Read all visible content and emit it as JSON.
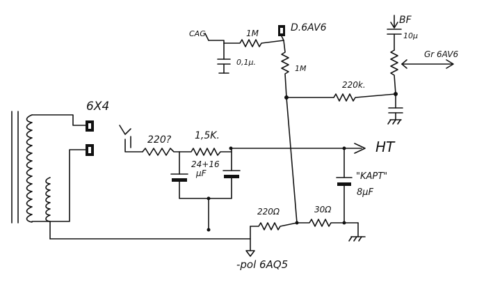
{
  "labels": {
    "cag": "CAG",
    "r_cag": "1M",
    "cap_cag": "0,1µ.",
    "tube_d": "D.6AV6",
    "r_plate": "1M",
    "bf": "BF",
    "cap_bf": "10µ",
    "gr": "Gr 6AV6",
    "r_220k": "220k.",
    "rectifier": "6X4",
    "r_220": "220?",
    "r_1k5": "1,5K.",
    "cap_main": "24+16",
    "cap_main_unit": "µF",
    "ht": "HT",
    "cap_kapt": "\"KAPT\"",
    "cap_kapt_val": "8µF",
    "r_220ohm": "220Ω",
    "r_30ohm": "30Ω",
    "pol": "-pol 6AQ5"
  }
}
